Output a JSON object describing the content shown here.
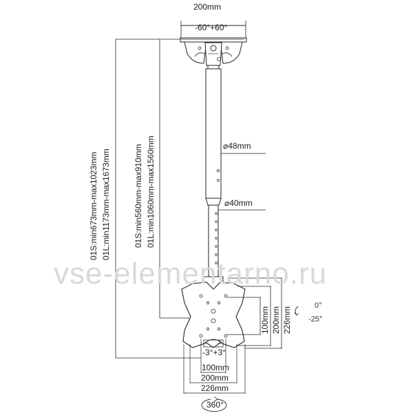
{
  "dimensions": {
    "top_width": "200mm",
    "tilt_top": "-60°+60°",
    "pole_outer": "⌀48mm",
    "pole_inner": "⌀40mm",
    "range_long_outer": "01S:min673mm-max1023mm",
    "range_long_inner": "01L:min1173mm-max1673mm",
    "range_short_outer": "01S:min560mm-max910mm",
    "range_short_inner": "01L:min1060mm-max1560mm",
    "vesa_h_100": "100mm",
    "vesa_h_200": "200mm",
    "vesa_h_226": "226mm",
    "vesa_v_100": "100mm",
    "vesa_v_200": "200mm",
    "vesa_v_226": "226mm",
    "tilt_side_top": "0°",
    "tilt_side_bottom": "-25°",
    "level_adjust": "-3°+3°",
    "swivel": "360°"
  },
  "watermark": "vse-elementarno.ru"
}
